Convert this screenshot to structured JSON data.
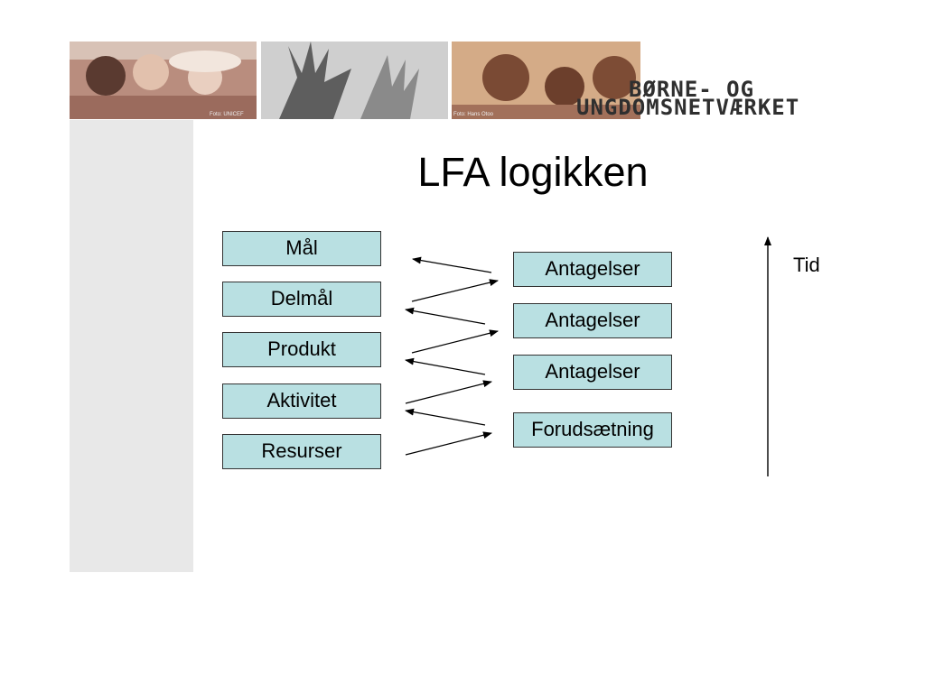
{
  "title": "LFA logikken",
  "banner": {
    "logo_line1": "BØRNE- OG",
    "logo_line2": "UNGDOMSNETVÆRKET",
    "photo1_credit": "Foto: UNICEF",
    "photo3_credit": "Foto: Hans Otoo"
  },
  "levels": [
    "Mål",
    "Delmål",
    "Produkt",
    "Aktivitet",
    "Resurser"
  ],
  "conditions": [
    "Antagelser",
    "Antagelser",
    "Antagelser",
    "Forudsætning"
  ],
  "time_axis_label": "Tid",
  "colors": {
    "box_fill": "#b9e0e2",
    "sidebar": "#e8e8e8"
  }
}
